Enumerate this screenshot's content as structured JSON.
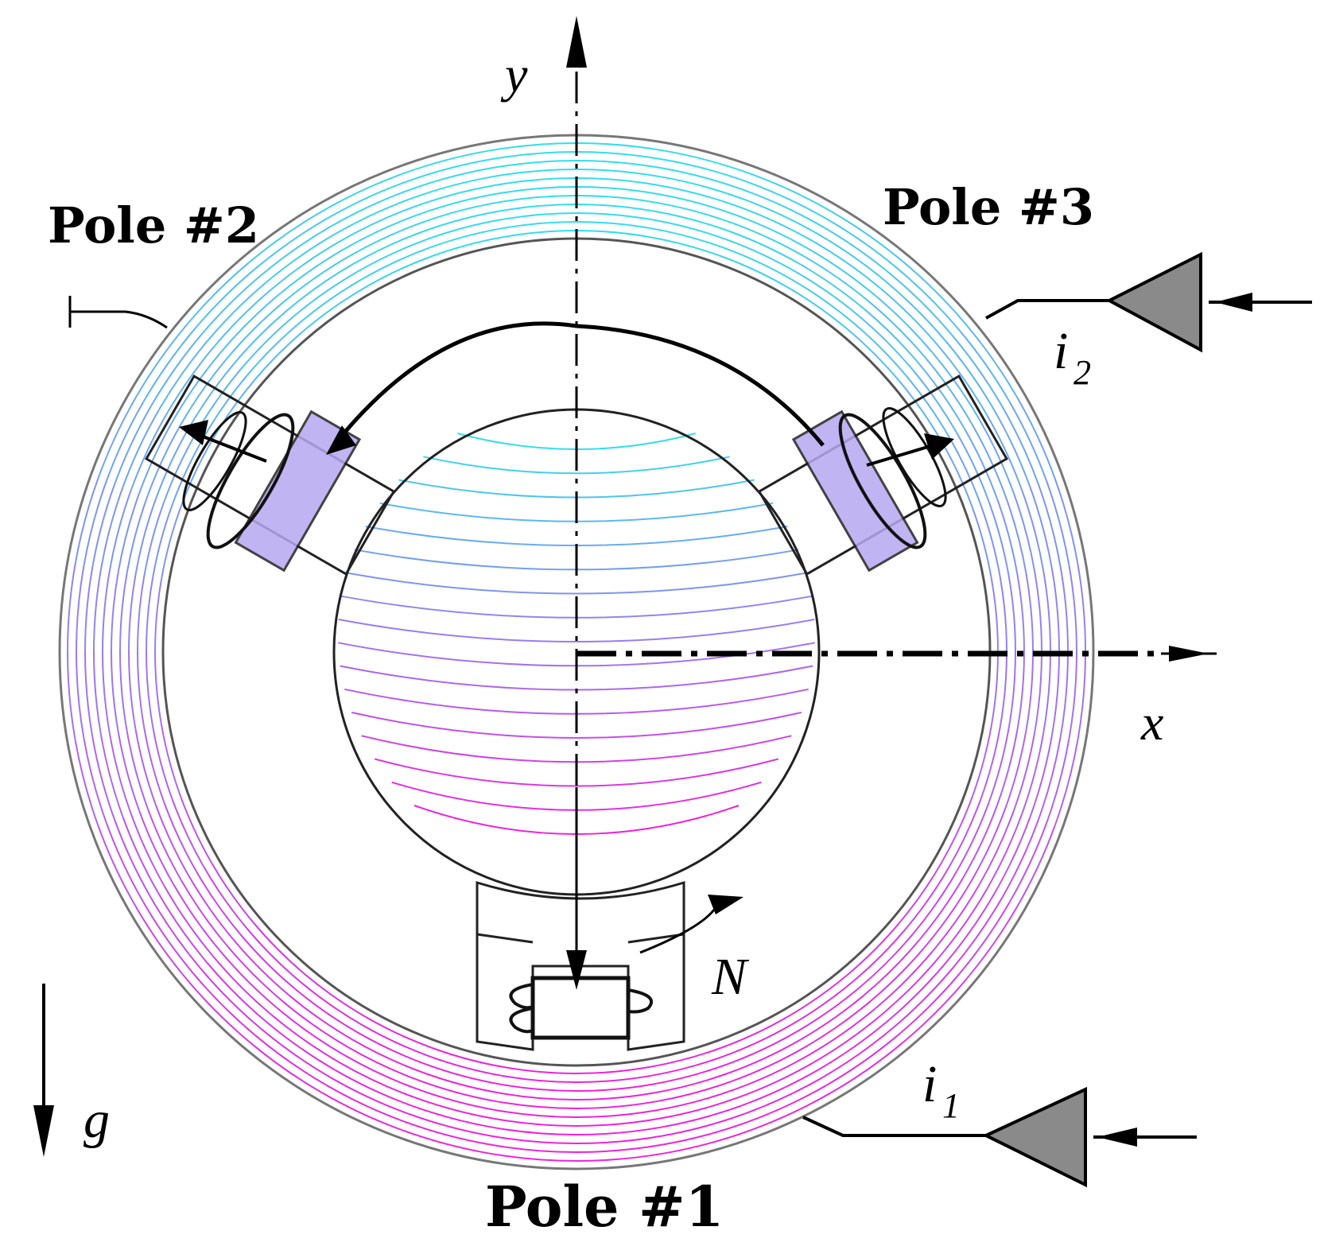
{
  "labels": {
    "pole1": "Pole #1",
    "pole2": "Pole #2",
    "pole3": "Pole #3",
    "x_axis": "x",
    "y_axis": "y",
    "gravity": "g",
    "turns": "N",
    "current1_main": "i",
    "current1_sub": "1",
    "current2_main": "i",
    "current2_sub": "2"
  },
  "colors": {
    "flux_upper": "#33ddee",
    "flux_mid": "#9a7cf0",
    "flux_lower": "#ee22dd",
    "amplifier_fill": "#8a8a8a",
    "outline": "#000000",
    "stator_edge": "#888888"
  }
}
